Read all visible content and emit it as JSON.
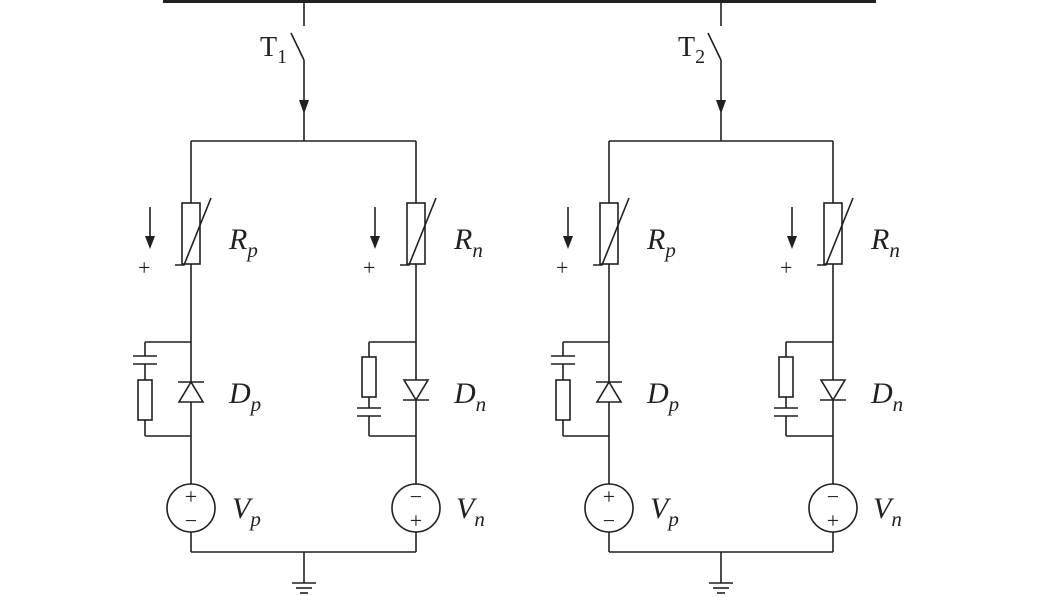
{
  "bus": {
    "name": "dc-bus"
  },
  "switches": [
    {
      "label": "T",
      "sub": "1"
    },
    {
      "label": "T",
      "sub": "2"
    }
  ],
  "branches": {
    "positive": {
      "varistor": {
        "label": "R",
        "sub": "p"
      },
      "diode": {
        "label": "D",
        "sub": "p"
      },
      "source": {
        "label": "V",
        "sub": "p",
        "top_sign": "+",
        "bottom_sign": "−"
      },
      "arrow_sign": "+"
    },
    "negative": {
      "varistor": {
        "label": "R",
        "sub": "n"
      },
      "diode": {
        "label": "D",
        "sub": "n"
      },
      "source": {
        "label": "V",
        "sub": "n",
        "top_sign": "−",
        "bottom_sign": "+"
      },
      "arrow_sign": "+"
    }
  }
}
